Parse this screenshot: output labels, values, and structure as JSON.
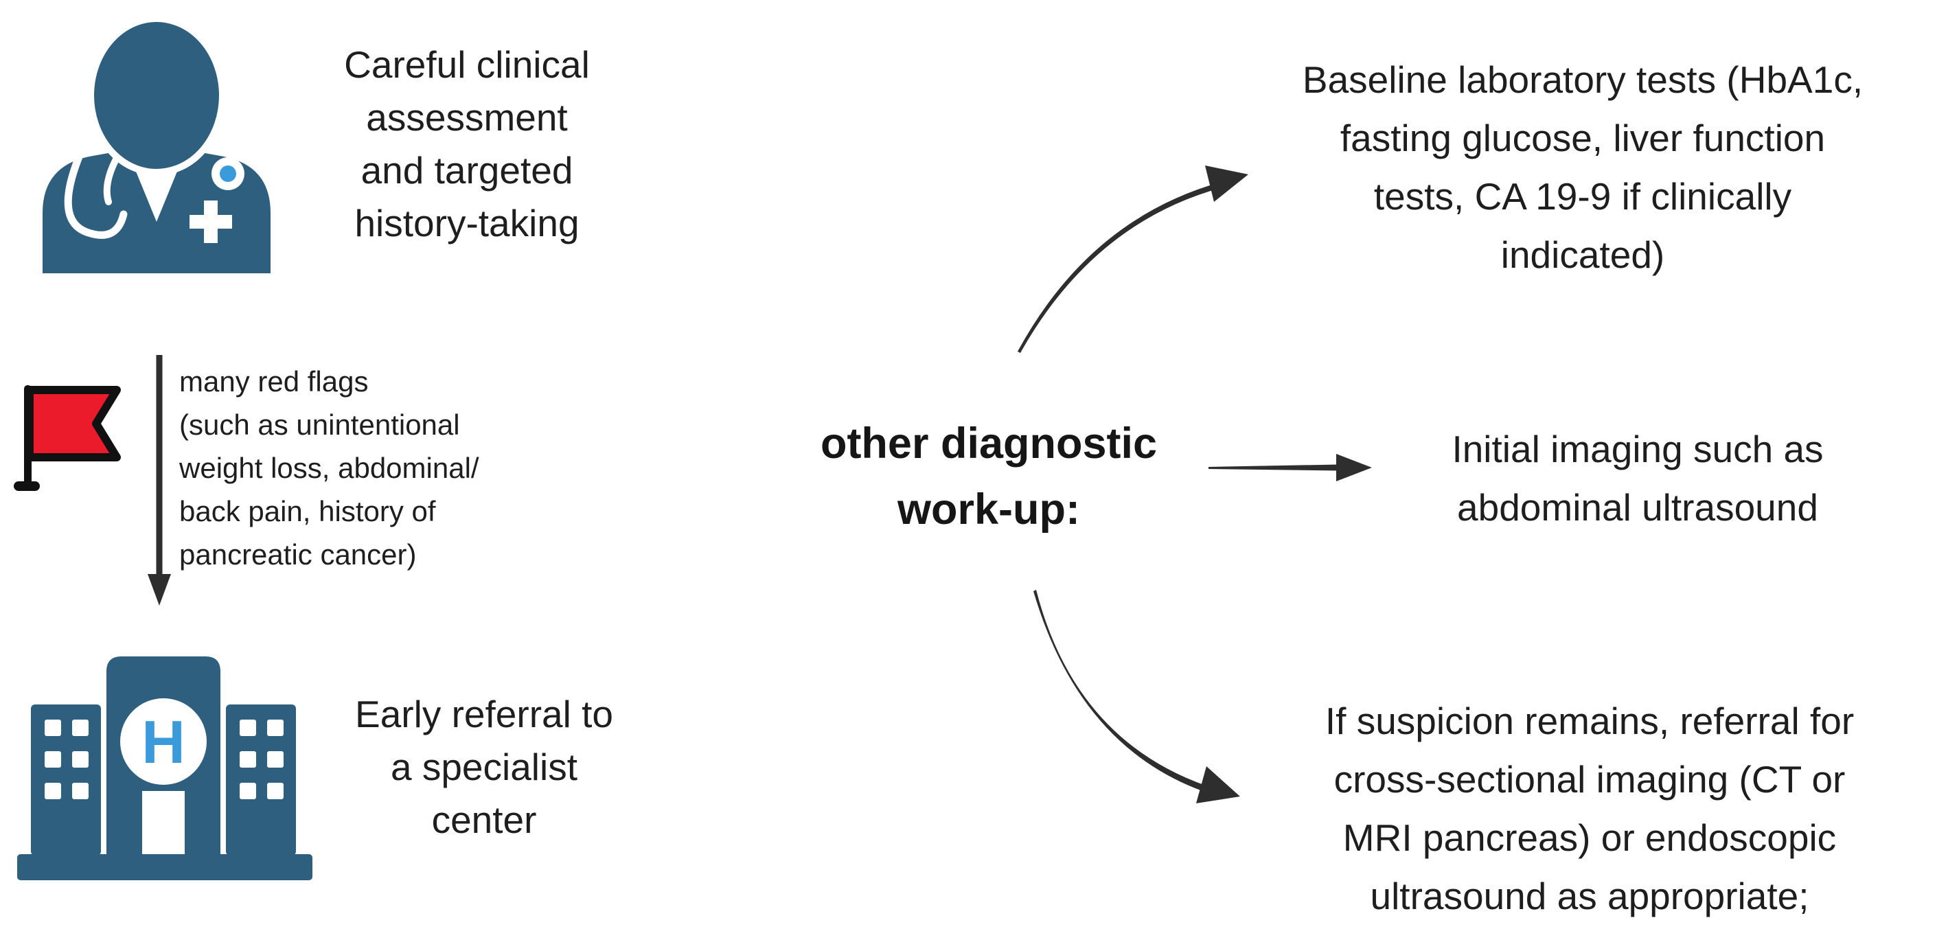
{
  "colors": {
    "teal": "#2F5F7E",
    "accent_blue": "#3B9AD9",
    "flag_red": "#EC1B2C",
    "ink": "#1E1E1E",
    "arrow": "#2E2E2E",
    "background": "#FFFFFF"
  },
  "steps_left": {
    "assessment": {
      "icon": "doctor",
      "lines": [
        "Careful clinical",
        "assessment",
        "and targeted",
        "history-taking"
      ]
    },
    "red_flags": {
      "icon": "red-flag",
      "lines": [
        "many red flags",
        "(such as unintentional",
        "weight loss, abdominal/",
        "back pain, history of",
        "pancreatic cancer)"
      ]
    },
    "referral": {
      "icon": "hospital",
      "hospital_letter": "H",
      "lines": [
        "Early referral to",
        "a specialist",
        "center"
      ]
    }
  },
  "center": {
    "lines": [
      "other diagnostic",
      "work-up:"
    ]
  },
  "right_items": [
    {
      "lines": [
        "Baseline laboratory tests (HbA1c,",
        "fasting glucose, liver function",
        "tests, CA 19-9 if clinically",
        "indicated)"
      ]
    },
    {
      "lines": [
        "Initial imaging such as",
        "abdominal ultrasound"
      ]
    },
    {
      "lines": [
        "If suspicion remains, referral for",
        "cross-sectional imaging (CT or",
        "MRI pancreas) or endoscopic",
        "ultrasound as appropriate;"
      ]
    }
  ]
}
